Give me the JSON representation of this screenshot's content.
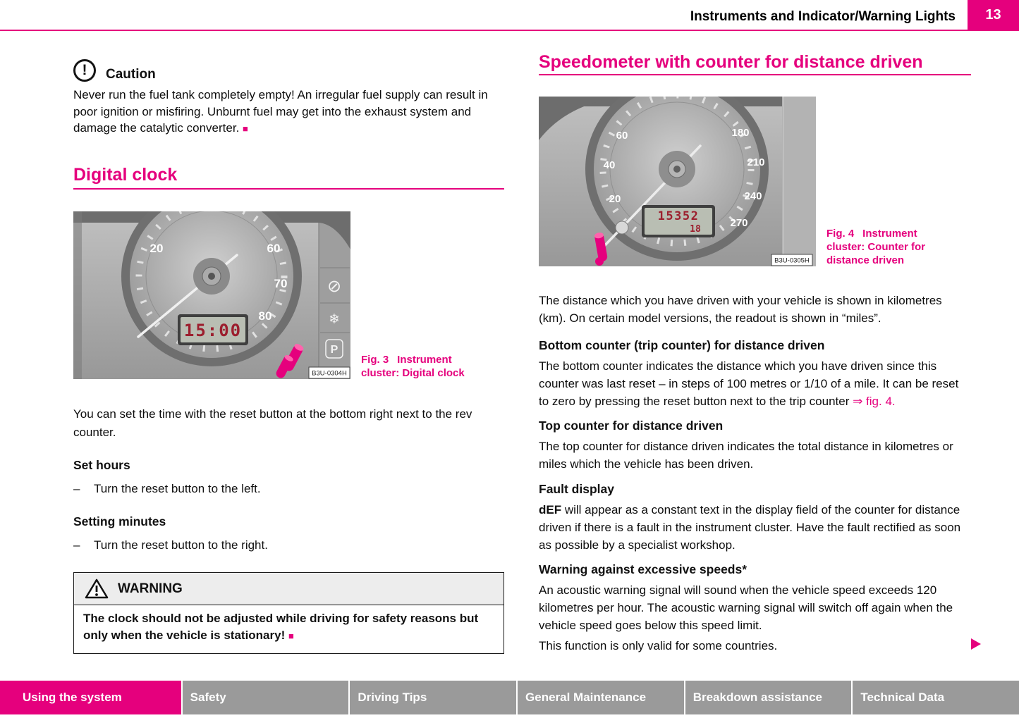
{
  "header": {
    "title": "Instruments and Indicator/Warning Lights",
    "page_number": "13"
  },
  "left": {
    "caution": {
      "icon_glyph": "!",
      "title": "Caution",
      "text": "Never run the fuel tank completely empty! An irregular fuel supply can result in poor ignition or misfiring. Unburnt fuel may get into the exhaust system and damage the catalytic converter.",
      "end_marker": "■"
    },
    "heading": "Digital clock",
    "fig3": {
      "label": "Fig. 3",
      "caption": "Instrument cluster: Digital clock",
      "code": "B3U-0304H",
      "clock_display": "15:00",
      "dial_numbers": [
        "20",
        "60",
        "70",
        "80"
      ],
      "indicator_symbols": [
        "⊘",
        "❄",
        "P"
      ]
    },
    "intro": "You can set the time with the reset button at the bottom right next to the rev counter.",
    "set_hours_heading": "Set hours",
    "dash": "–",
    "set_hours_item": "Turn the reset button to the left.",
    "set_minutes_heading": "Setting minutes",
    "set_minutes_item": "Turn the reset button to the right.",
    "warning_box": {
      "title": "WARNING",
      "text": "The clock should not be adjusted while driving for safety reasons but only when the vehicle is stationary!",
      "end_marker": "■"
    }
  },
  "right": {
    "heading": "Speedometer with counter for distance driven",
    "fig4": {
      "label": "Fig. 4",
      "caption": "Instrument cluster: Counter for distance driven",
      "code": "B3U-0305H",
      "odometer": "15352",
      "trip": "18",
      "dial_numbers": [
        "20",
        "40",
        "60",
        "180",
        "210",
        "240",
        "270"
      ]
    },
    "intro": "The distance which you have driven with your vehicle is shown in kilometres (km). On certain model versions, the readout is shown in “miles”.",
    "sections": [
      {
        "heading": "Bottom counter (trip counter) for distance driven",
        "text": "The bottom counter indicates the distance which you have driven since this counter was last reset – in steps of 100 metres or 1/10 of a mile. It can be reset to zero by pressing the reset button next to the trip counter ",
        "link": "⇒ fig. 4."
      },
      {
        "heading": "Top counter for distance driven",
        "text": "The top counter for distance driven indicates the total distance in kilometres or miles which the vehicle has been driven."
      },
      {
        "heading": "Fault display",
        "lead": "dEF",
        "text": " will appear as a constant text in the display field of the counter for distance driven if there is a fault in the instrument cluster. Have the fault rectified as soon as possible by a specialist workshop."
      },
      {
        "heading": "Warning against excessive speeds*",
        "text": "An acoustic warning signal will sound when the vehicle speed exceeds 120 kilometres per hour. The acoustic warning signal will switch off again when the vehicle speed goes below this speed limit."
      }
    ],
    "note": "This function is only valid for some countries."
  },
  "footer": {
    "tabs": [
      {
        "label": "Using the system",
        "active": true
      },
      {
        "label": "Safety",
        "active": false
      },
      {
        "label": "Driving Tips",
        "active": false
      },
      {
        "label": "General Maintenance",
        "active": false
      },
      {
        "label": "Breakdown assistance",
        "active": false
      },
      {
        "label": "Technical Data",
        "active": false
      }
    ]
  },
  "colors": {
    "accent": "#e5007d",
    "tab_gray": "#9a9a9a",
    "lcd_digit": "#9c1f2e"
  }
}
